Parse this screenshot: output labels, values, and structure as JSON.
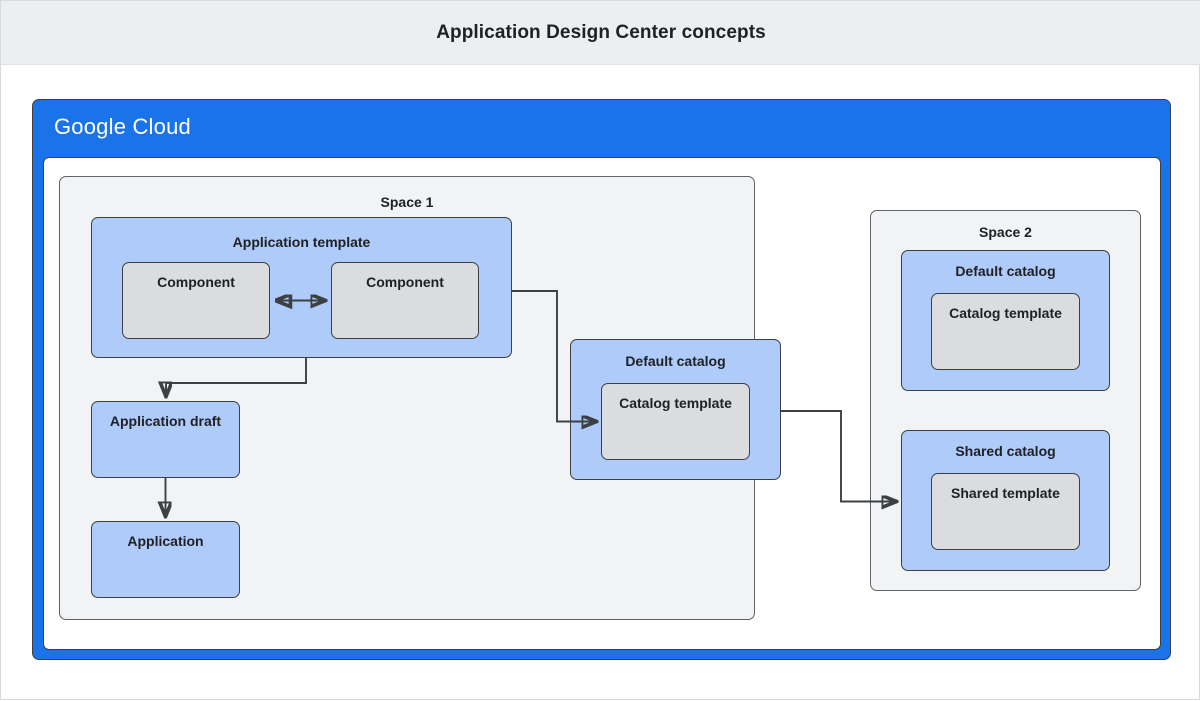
{
  "title": {
    "text": "Application Design Center concepts"
  },
  "cloud": {
    "logo_first": "Google",
    "logo_second": "Cloud",
    "frame_color": "#1a73e8"
  },
  "colors": {
    "page_background": "#ffffff",
    "title_bar_background": "#eceff1",
    "cloud_blue": "#1a73e8",
    "space_background": "#f1f3f4",
    "box_blue": "#aecbfa",
    "box_gray": "#dadce0",
    "stroke": "#3c4043",
    "text": "#202124"
  },
  "spaces": [
    {
      "id": "space-1",
      "label": "Space 1",
      "boxes": {
        "application_template": {
          "label": "Application template",
          "components": [
            {
              "label": "Component"
            },
            {
              "label": "Component"
            }
          ]
        },
        "application_draft": {
          "label": "Application draft"
        },
        "application": {
          "label": "Application"
        },
        "default_catalog": {
          "label": "Default catalog",
          "template": {
            "label": "Catalog template"
          }
        }
      }
    },
    {
      "id": "space-2",
      "label": "Space 2",
      "boxes": {
        "default_catalog": {
          "label": "Default catalog",
          "template": {
            "label": "Catalog template"
          }
        },
        "shared_catalog": {
          "label": "Shared catalog",
          "template": {
            "label": "Shared template"
          }
        }
      }
    }
  ],
  "connectors": [
    {
      "name": "component-to-component",
      "from": "Component",
      "to": "Component",
      "style": "double-arrow"
    },
    {
      "name": "application-template-to-application-draft",
      "from": "Application template",
      "to": "Application draft",
      "style": "arrow"
    },
    {
      "name": "application-draft-to-application",
      "from": "Application draft",
      "to": "Application",
      "style": "arrow"
    },
    {
      "name": "application-template-to-default-catalog",
      "from": "Application template",
      "to": "Catalog template",
      "style": "arrow"
    },
    {
      "name": "default-catalog-to-shared-catalog",
      "from": "Catalog template",
      "to": "Shared template",
      "style": "arrow"
    }
  ]
}
